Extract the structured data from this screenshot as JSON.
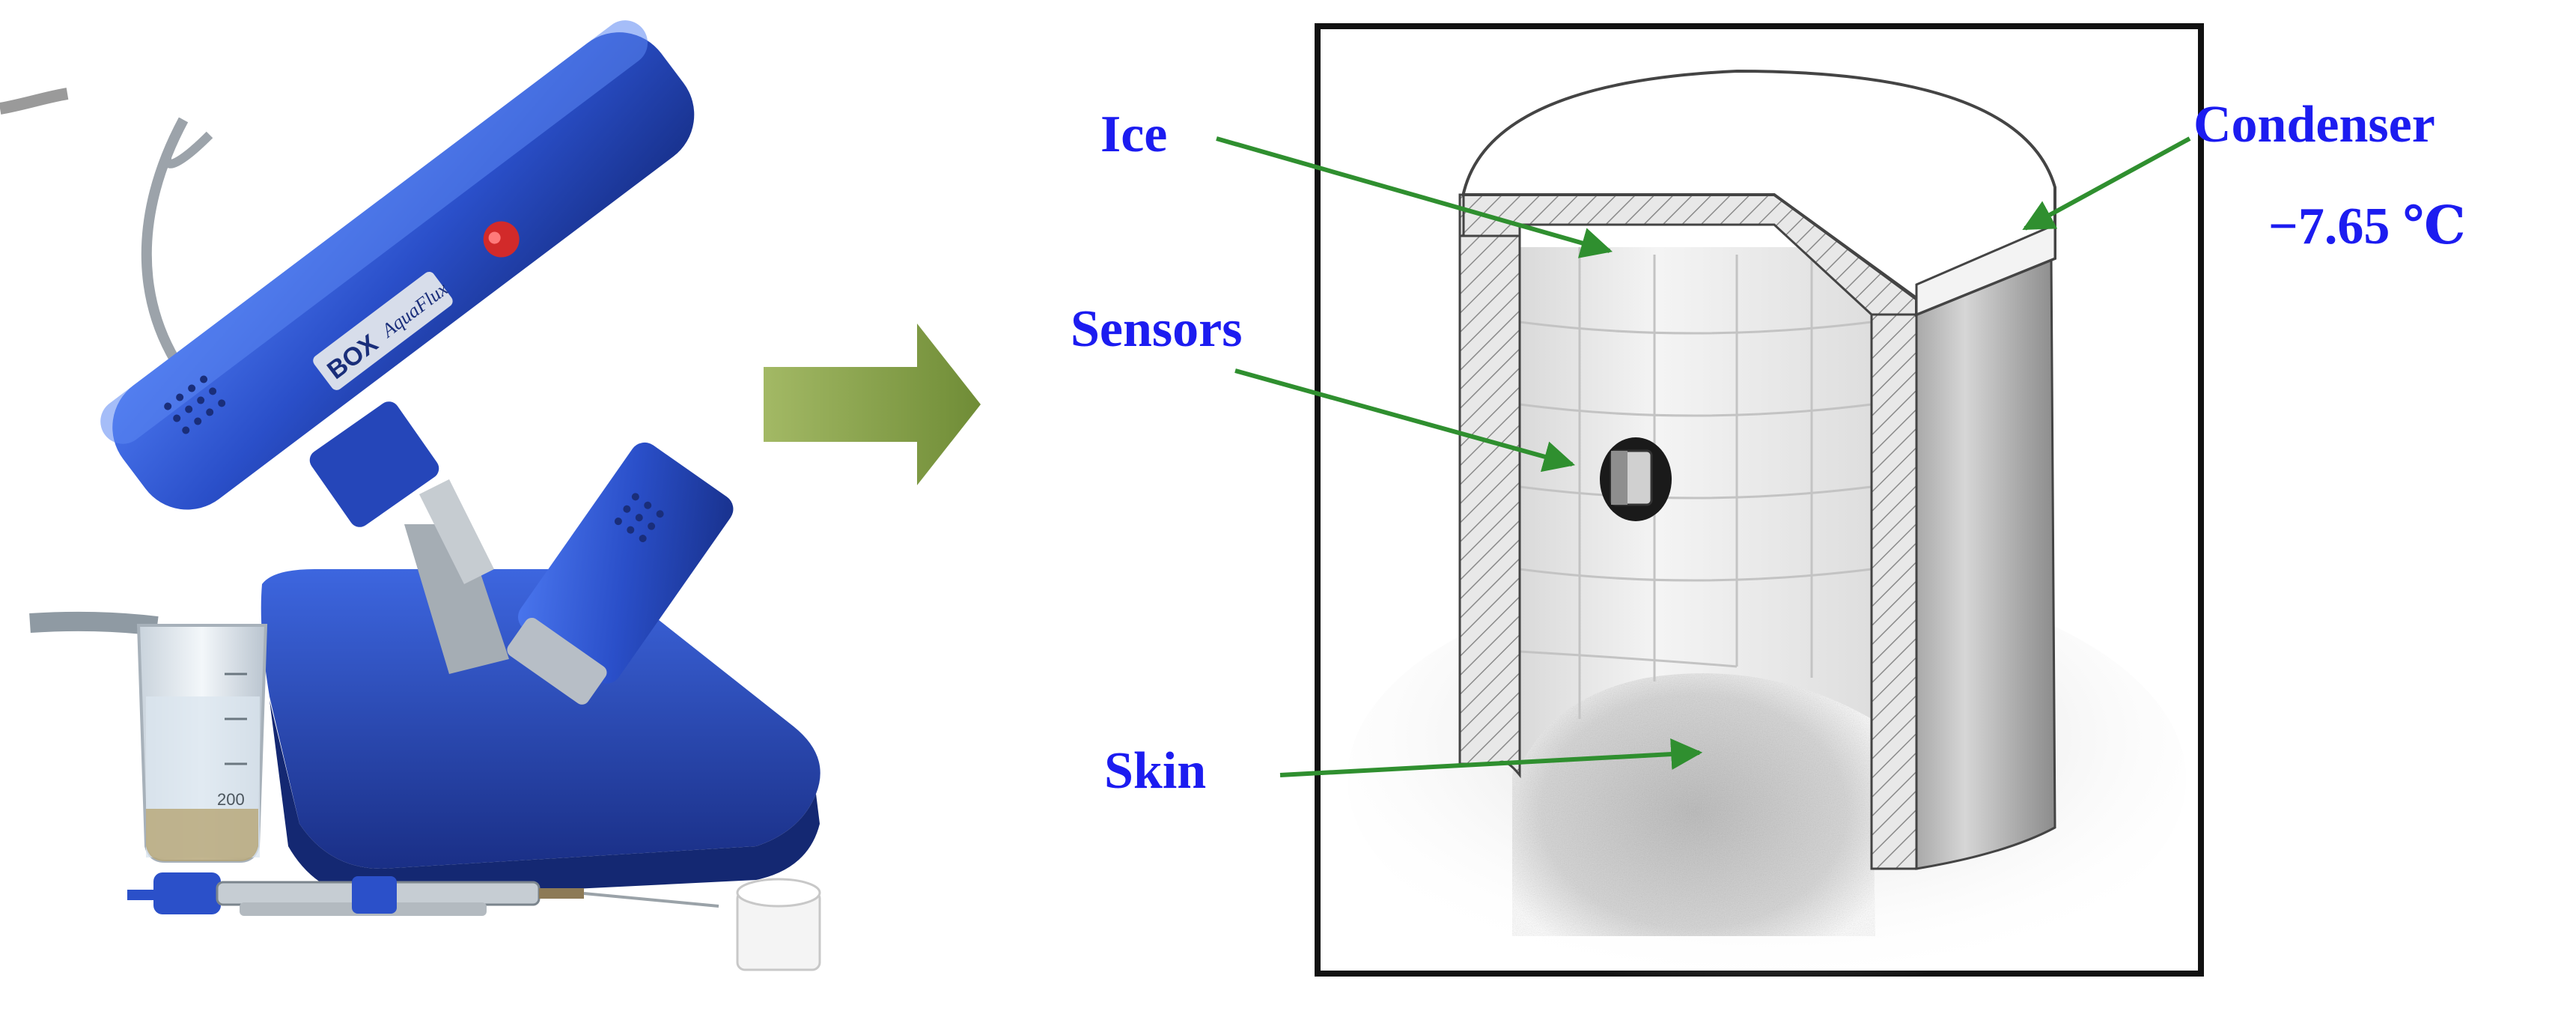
{
  "labels": {
    "ice": "Ice",
    "sensors": "Sensors",
    "skin": "Skin",
    "condenser": "Condenser",
    "temperature": "−7.65 ℃"
  },
  "device_photo": {
    "brand_text": "BOX",
    "model_text": "AquaFlux",
    "beaker_text": "200"
  },
  "colors": {
    "label_text": "#1c1cf0",
    "leader_line": "#2f8f2f",
    "arrow": "#8aa64c",
    "device_blue": "#2a4fc9"
  }
}
